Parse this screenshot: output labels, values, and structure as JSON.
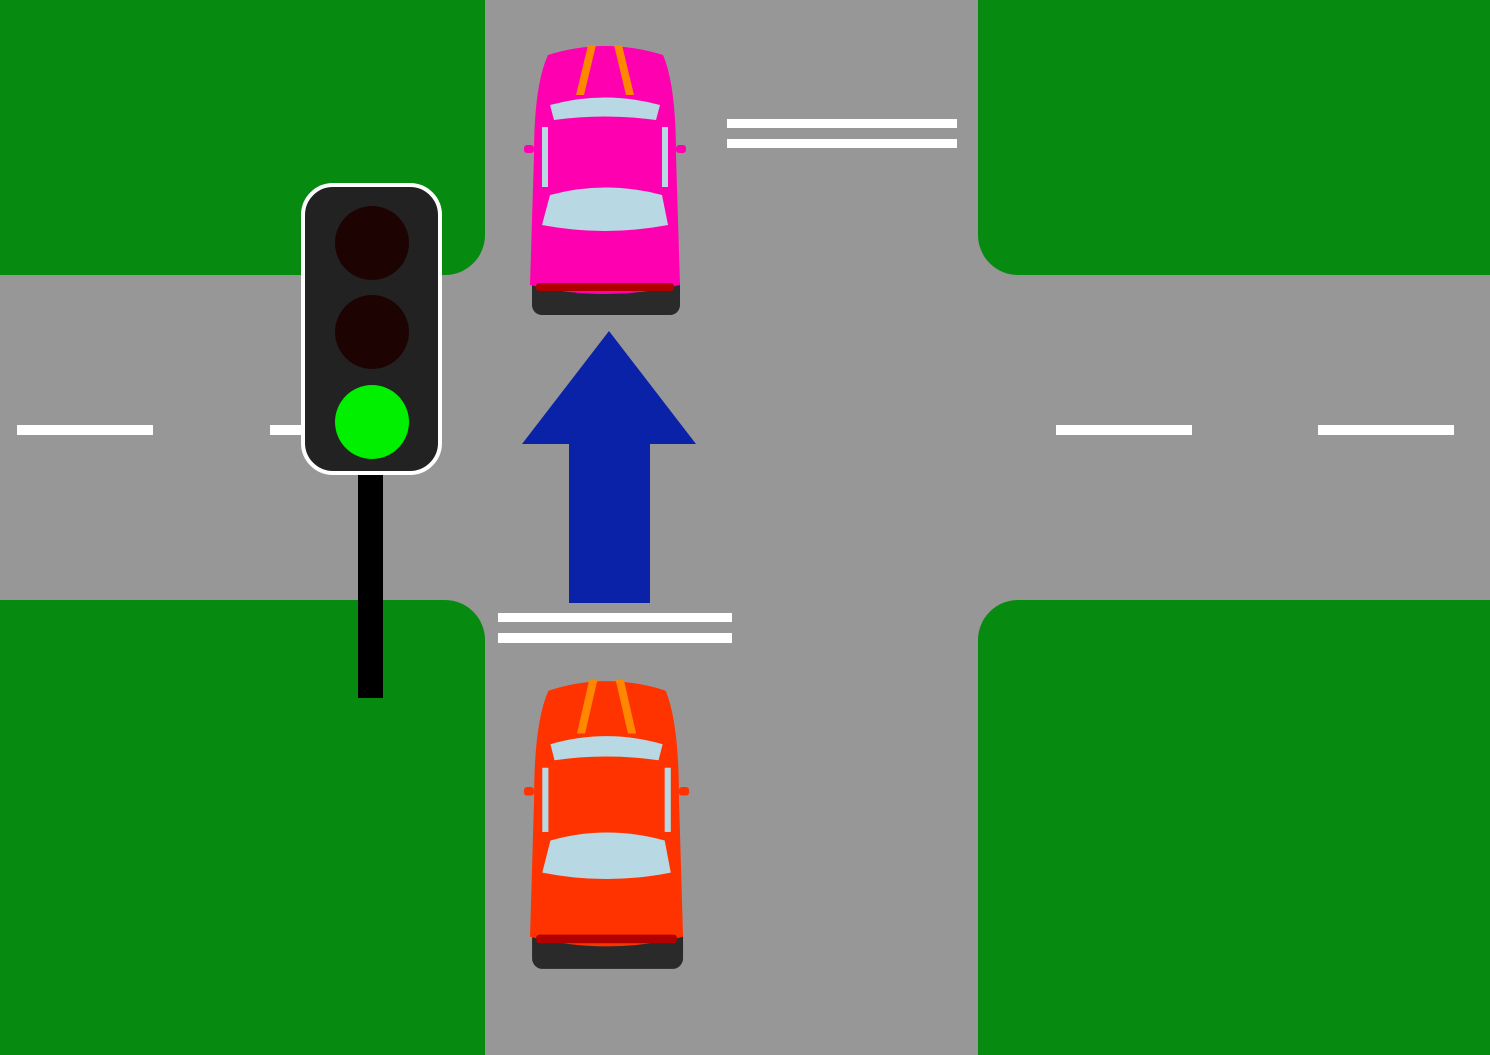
{
  "colors": {
    "grass": "#078a10",
    "road": "#979797",
    "road_marking": "#ffffff",
    "arrow": "#0a22a8",
    "traffic_light_housing": "#222222",
    "traffic_light_red_off": "#1e0303",
    "traffic_light_amber_off": "#1e0303",
    "traffic_light_green_on": "#00f000",
    "pole": "#000000",
    "car_ahead": "#ff00b0",
    "car_own": "#ff3300",
    "windshield": "#b8d8e4"
  },
  "traffic_light": {
    "state": "green"
  },
  "arrow": {
    "direction": "straight-ahead"
  },
  "cars": [
    {
      "id": "car-ahead",
      "color": "#ff00b0",
      "heading": "up"
    },
    {
      "id": "car-own",
      "color": "#ff3300",
      "heading": "up"
    }
  ]
}
